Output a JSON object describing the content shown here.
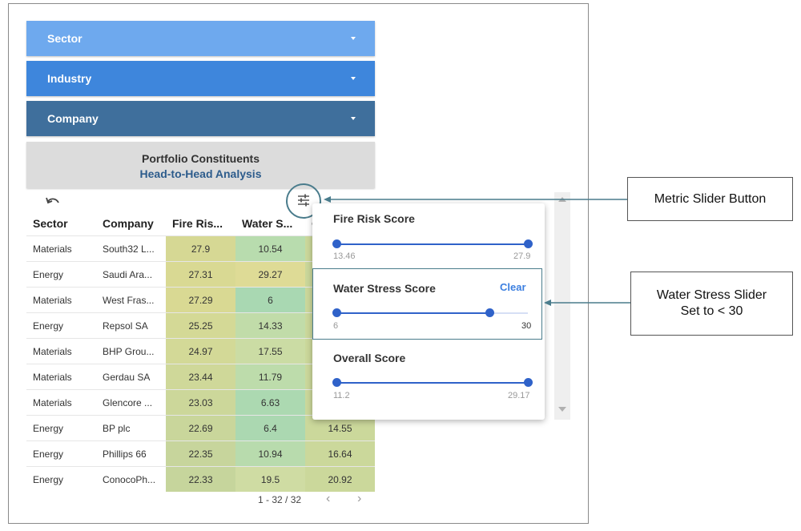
{
  "filters": {
    "sector": "Sector",
    "industry": "Industry",
    "company": "Company"
  },
  "portfolio": {
    "title": "Portfolio Constituents",
    "subtitle": "Head-to-Head Analysis"
  },
  "table": {
    "headers": [
      "Sector",
      "Company",
      "Fire Ris...",
      "Water S...",
      "O"
    ],
    "rows": [
      {
        "sector": "Materials",
        "company": "South32 L...",
        "fire": "27.9",
        "water": "10.54",
        "overall": ""
      },
      {
        "sector": "Energy",
        "company": "Saudi Ara...",
        "fire": "27.31",
        "water": "29.27",
        "overall": ""
      },
      {
        "sector": "Materials",
        "company": "West Fras...",
        "fire": "27.29",
        "water": "6",
        "overall": ""
      },
      {
        "sector": "Energy",
        "company": "Repsol SA",
        "fire": "25.25",
        "water": "14.33",
        "overall": ""
      },
      {
        "sector": "Materials",
        "company": "BHP Grou...",
        "fire": "24.97",
        "water": "17.55",
        "overall": ""
      },
      {
        "sector": "Materials",
        "company": "Gerdau SA",
        "fire": "23.44",
        "water": "11.79",
        "overall": ""
      },
      {
        "sector": "Materials",
        "company": "Glencore ...",
        "fire": "23.03",
        "water": "6.63",
        "overall": ""
      },
      {
        "sector": "Energy",
        "company": "BP plc",
        "fire": "22.69",
        "water": "6.4",
        "overall": "14.55"
      },
      {
        "sector": "Energy",
        "company": "Phillips 66",
        "fire": "22.35",
        "water": "10.94",
        "overall": "16.64"
      },
      {
        "sector": "Energy",
        "company": "ConocoPh...",
        "fire": "22.33",
        "water": "19.5",
        "overall": "20.92"
      }
    ],
    "pager": "1 - 32 / 32"
  },
  "slider_panel": {
    "fire": {
      "title": "Fire Risk Score",
      "min": "13.46",
      "max": "27.9",
      "low": 0,
      "high": 1
    },
    "water": {
      "title": "Water Stress Score",
      "clear": "Clear",
      "min": "6",
      "max": "30",
      "low": 0,
      "high": 0.8
    },
    "overall": {
      "title": "Overall Score",
      "min": "11.2",
      "max": "29.17",
      "low": 0,
      "high": 1
    }
  },
  "callouts": {
    "metric_button": "Metric Slider Button",
    "water_line1": "Water Stress Slider",
    "water_line2": "Set to < 30"
  },
  "colors": {
    "accent": "#2f62c9",
    "callout_line": "#4a7c8c"
  },
  "icons": [
    "undo-icon",
    "sliders-icon",
    "chevron-down-icon",
    "chevron-left-icon",
    "chevron-right-icon"
  ]
}
